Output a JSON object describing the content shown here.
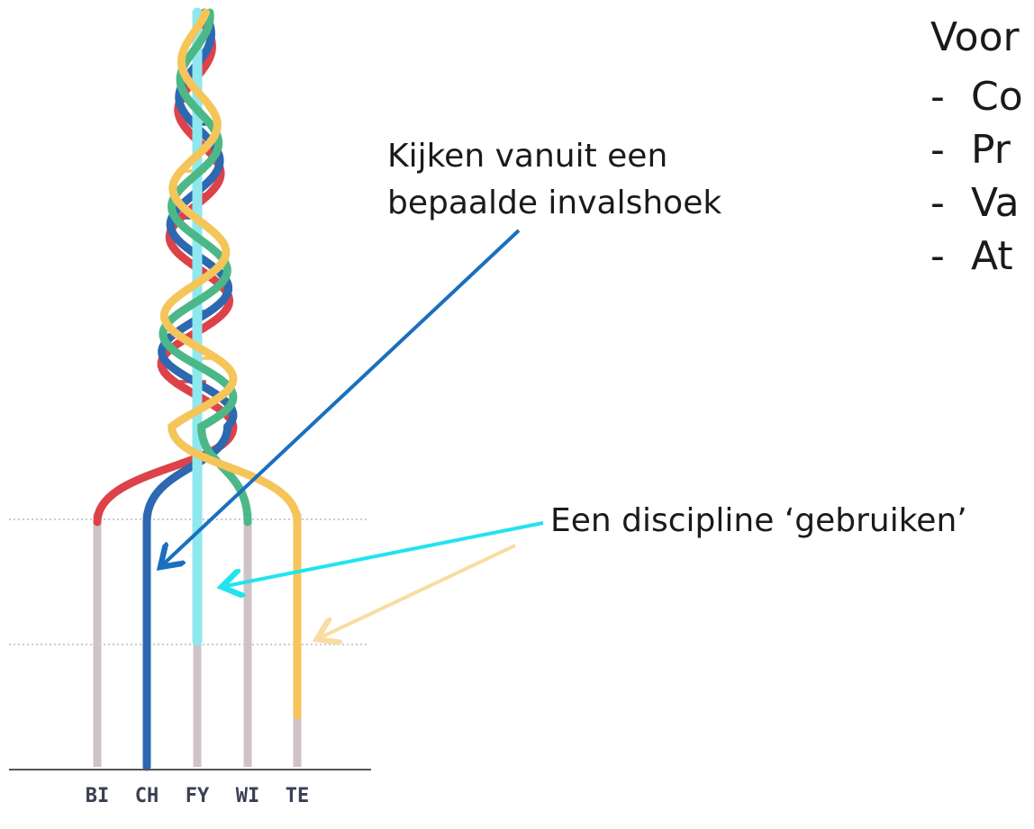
{
  "annotations": {
    "view_line1": "Kijken vanuit een",
    "view_line2": "bepaalde invalshoek",
    "use": "Een discipline ‘gebruiken’"
  },
  "heading": "Voor",
  "list_items": [
    {
      "dash": "-",
      "text": "Co"
    },
    {
      "dash": "-",
      "text": "Pr"
    },
    {
      "dash": "-",
      "text": "Va"
    },
    {
      "dash": "-",
      "text": "At"
    }
  ],
  "disciplines": [
    "BI",
    "CH",
    "FY",
    "WI",
    "TE"
  ],
  "strand_colors": {
    "BI": "#dd4249",
    "CH": "#2d68b0",
    "FY": "#8ee8ee",
    "WI": "#4cb887",
    "TE": "#f5c55a"
  },
  "arrow_colors": {
    "view": "#1a6fbf",
    "use_primary": "#22e3ef",
    "use_secondary": "#f9dca0"
  },
  "trunk_color": "#cfc3c7",
  "baseline_color": "#555555"
}
